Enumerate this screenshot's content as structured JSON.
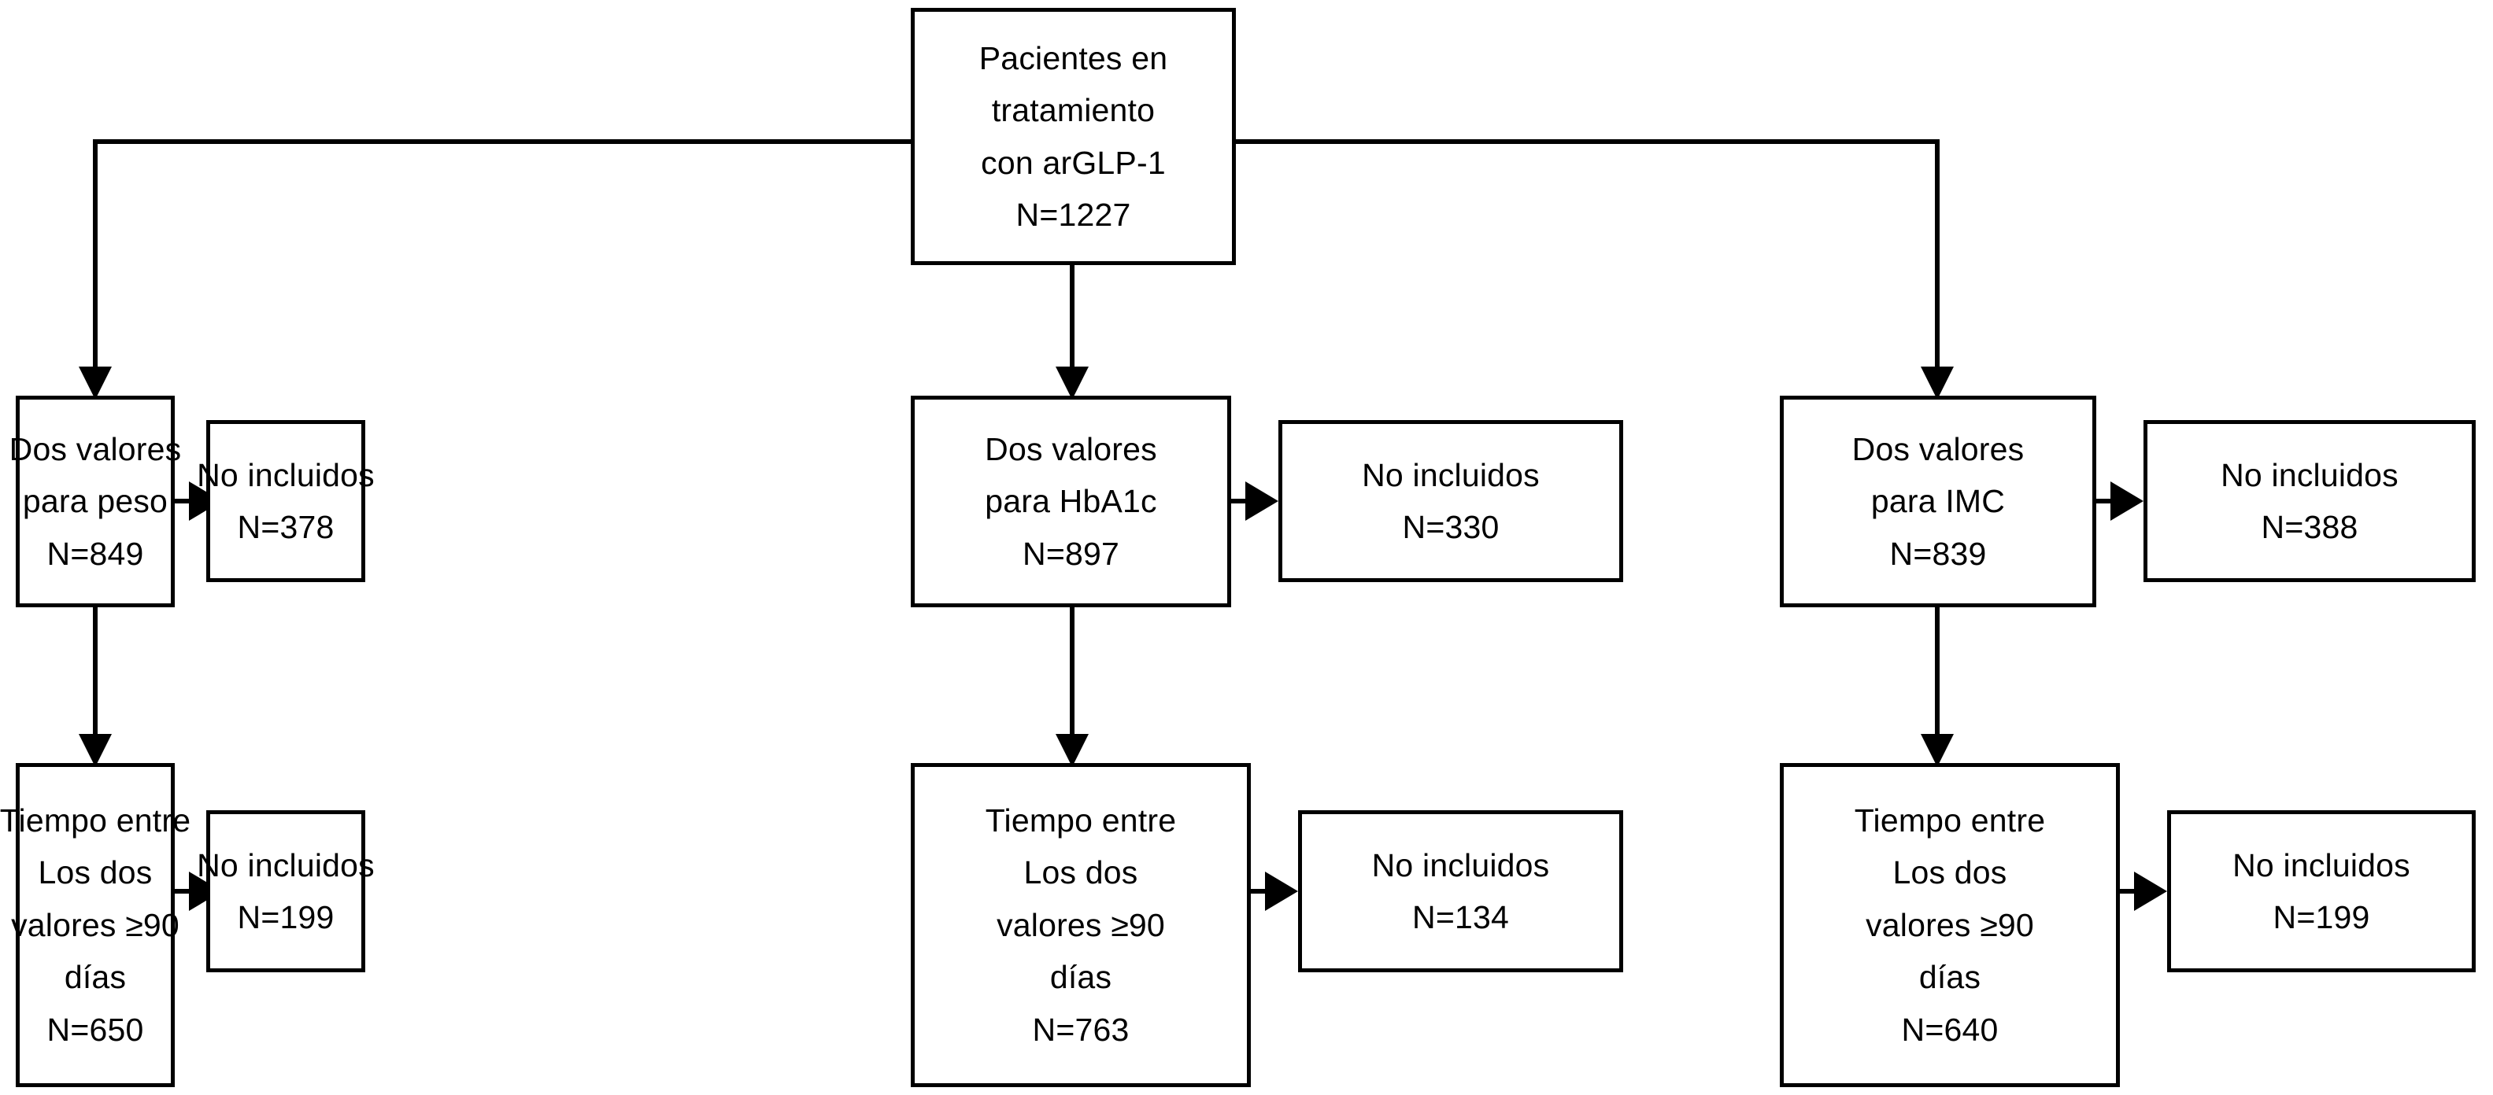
{
  "diagram": {
    "title": "Diagrama de flujo de seleccion de pacientes",
    "type": "flowchart",
    "stroke_color": "#000000",
    "background_color": "#ffffff",
    "text_color": "#000000"
  },
  "nodes": {
    "root": {
      "id": "pacientes-arglp1",
      "lines": [
        "Pacientes en",
        "tratamiento",
        "con arGLP-1",
        "N=1227"
      ]
    },
    "peso": {
      "id": "dos-valores-peso",
      "lines": [
        "Dos valores",
        "para peso",
        "N=849"
      ]
    },
    "peso_excluded": {
      "id": "no-incluidos-peso",
      "lines": [
        "No incluidos",
        "N=378"
      ]
    },
    "peso_tiempo": {
      "id": "tiempo-entre-peso",
      "lines": [
        "Tiempo entre",
        "Los dos",
        "valores ≥90",
        "días",
        "N=650"
      ]
    },
    "peso_tiempo_excluded": {
      "id": "no-incluidos-tiempo-peso",
      "lines": [
        "No incluidos",
        "N=199"
      ]
    },
    "hba1c": {
      "id": "dos-valores-hba1c",
      "lines": [
        "Dos valores",
        "para HbA1c",
        "N=897"
      ]
    },
    "hba1c_excluded": {
      "id": "no-incluidos-hba1c",
      "lines": [
        "No incluidos",
        "N=330"
      ]
    },
    "hba1c_tiempo": {
      "id": "tiempo-entre-hba1c",
      "lines": [
        "Tiempo entre",
        "Los dos",
        "valores ≥90",
        "días",
        "N=763"
      ]
    },
    "hba1c_tiempo_excluded": {
      "id": "no-incluidos-tiempo-hba1c",
      "lines": [
        "No incluidos",
        "N=134"
      ]
    },
    "imc": {
      "id": "dos-valores-imc",
      "lines": [
        "Dos valores",
        "para IMC",
        "N=839"
      ]
    },
    "imc_excluded": {
      "id": "no-incluidos-imc",
      "lines": [
        "No incluidos",
        "N=388"
      ]
    },
    "imc_tiempo": {
      "id": "tiempo-entre-imc",
      "lines": [
        "Tiempo entre",
        "Los dos",
        "valores ≥90",
        "días",
        "N=640"
      ]
    },
    "imc_tiempo_excluded": {
      "id": "no-incluidos-tiempo-imc",
      "lines": [
        "No incluidos",
        "N=199"
      ]
    }
  },
  "chart_data": {
    "type": "flowchart",
    "title": "Pacientes en tratamiento con arGLP-1",
    "total_n": 1227,
    "branches": [
      {
        "measure": "peso",
        "included_label": "Dos valores para peso",
        "included_n": 849,
        "excluded_label": "No incluidos",
        "excluded_n": 378,
        "time_label": "Tiempo entre Los dos valores ≥90 días",
        "time_n": 650,
        "time_excluded_label": "No incluidos",
        "time_excluded_n": 199
      },
      {
        "measure": "HbA1c",
        "included_label": "Dos valores para HbA1c",
        "included_n": 897,
        "excluded_label": "No incluidos",
        "excluded_n": 330,
        "time_label": "Tiempo entre Los dos valores ≥90 días",
        "time_n": 763,
        "time_excluded_label": "No incluidos",
        "time_excluded_n": 134
      },
      {
        "measure": "IMC",
        "included_label": "Dos valores para IMC",
        "included_n": 839,
        "excluded_label": "No incluidos",
        "excluded_n": 388,
        "time_label": "Tiempo entre Los dos valores ≥90 días",
        "time_n": 640,
        "time_excluded_label": "No incluidos",
        "time_excluded_n": 199
      }
    ]
  }
}
